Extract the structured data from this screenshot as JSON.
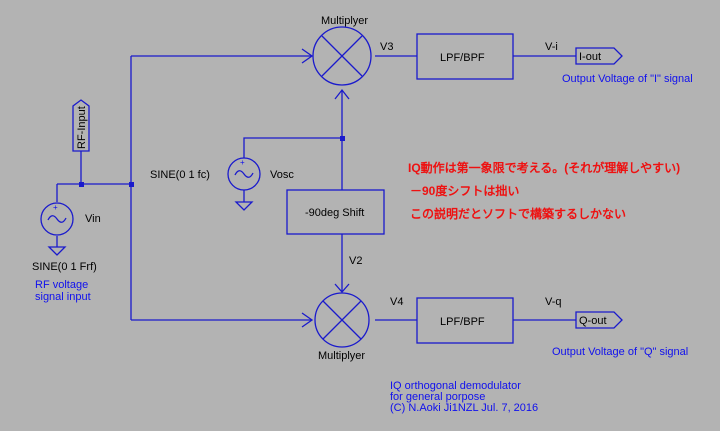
{
  "multiplier_top": {
    "label": "Multiplyer"
  },
  "multiplier_bottom": {
    "label": "Multiplyer"
  },
  "net_v3": "V3",
  "net_v4": "V4",
  "net_v2": "V2",
  "net_vi": "V-i",
  "net_vq": "V-q",
  "lpf_top": "LPF/BPF",
  "lpf_bottom": "LPF/BPF",
  "shift": "-90deg Shift",
  "port_rf": "RF-Input",
  "port_iout": "I-out",
  "port_qout": "Q-out",
  "osc": {
    "name": "Vosc",
    "value": "SINE(0 1 fc)"
  },
  "vin": {
    "name": "Vin",
    "value": "SINE(0 1 Frf)"
  },
  "comments": {
    "rf_line1": "RF voltage",
    "rf_line2": "signal input",
    "i_out": "Output Voltage of \"I\" signal",
    "q_out": "Output Voltage of \"Q\" signal",
    "credit_line1": "IQ orthogonal demodulator",
    "credit_line2": "for general porpose",
    "credit_line3": "(C) N.Aoki Ji1NZL Jul. 7, 2016"
  },
  "notes_red": {
    "line1": "IQ動作は第一象限で考える。(それが理解しやすい)",
    "line2": "－90度シフトは拙い",
    "line3": "この説明だとソフトで構築するしかない"
  },
  "colors": {
    "background": "#b3b3b3",
    "wire": "#1a1acc",
    "comment_blue": "#1010ee",
    "note_red": "#ee1111"
  }
}
